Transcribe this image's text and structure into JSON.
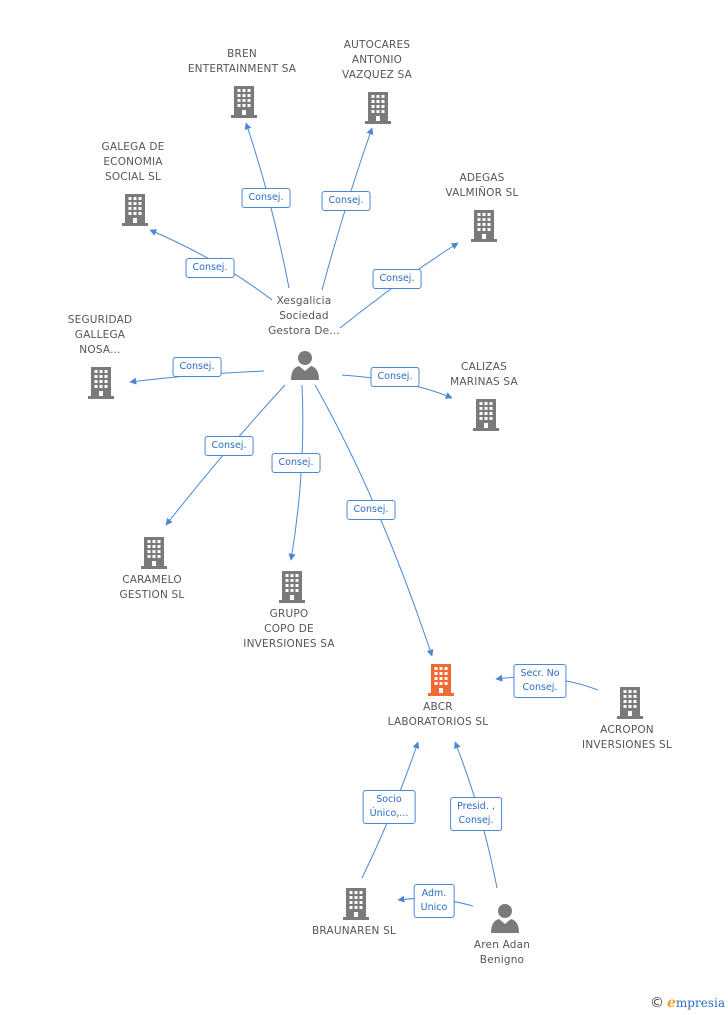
{
  "colors": {
    "building": "#7a7a7a",
    "building_focus": "#f06a34",
    "person": "#7a7a7a",
    "edge": "#4a88d6"
  },
  "person_main": {
    "label": "Xesgalicia\nSociedad\nGestora De..."
  },
  "person_aren": {
    "label": "Aren Adan\nBenigno"
  },
  "companies": {
    "bren": {
      "label": "BREN\nENTERTAINMENT SA"
    },
    "autocares": {
      "label": "AUTOCARES\nANTONIO\nVAZQUEZ SA"
    },
    "galega": {
      "label": "GALEGA DE\nECONOMIA\nSOCIAL SL"
    },
    "adegas": {
      "label": "ADEGAS\nVALMIÑOR SL"
    },
    "seguridad": {
      "label": "SEGURIDAD\nGALLEGA\nNOSA..."
    },
    "calizas": {
      "label": "CALIZAS\nMARINAS SA"
    },
    "caramelo": {
      "label": "CARAMELO\nGESTION SL"
    },
    "grupo": {
      "label": "GRUPO\nCOPO DE\nINVERSIONES SA"
    },
    "abcr": {
      "label": "ABCR\nLABORATORIOS SL"
    },
    "acropon": {
      "label": "ACROPON\nINVERSIONES SL"
    },
    "braunaren": {
      "label": "BRAUNAREN SL"
    }
  },
  "relations": {
    "bren": "Consej.",
    "autocares": "Consej.",
    "galega": "Consej.",
    "adegas": "Consej.",
    "seguridad": "Consej.",
    "calizas": "Consej.",
    "caramelo": "Consej.",
    "grupo": "Consej.",
    "abcr": "Consej.",
    "acropon_abcr": "Secr.  No\nConsej.",
    "braunaren_abcr": "Socio\nÚnico,...",
    "aren_abcr": "Presid. ,\nConsej.",
    "aren_braunaren": "Adm.\nUnico"
  },
  "credit": {
    "symbol": "©",
    "brand_initial": "e",
    "brand_rest": "mpresia"
  }
}
